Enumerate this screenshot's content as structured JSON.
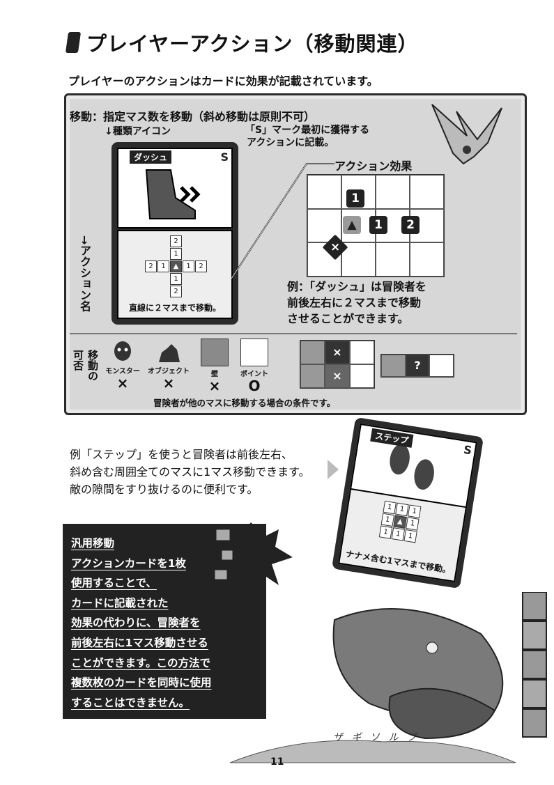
{
  "title": "プレイヤーアクション（移動関連）",
  "intro": "プレイヤーのアクションはカードに効果が記載されています。",
  "move_panel": {
    "description": "移動：指定マス数を移動（斜め移動は原則不可）",
    "type_icon_note": "↓種類アイコン",
    "s_mark_note_lines": [
      "「S」マーク最初に獲得する",
      "アクションに記載。"
    ],
    "action_name_label": "→アクション名",
    "effect_label": "アクション効果",
    "card": {
      "name": "ダッシュ",
      "mark": "S",
      "caption": "直線に２マスまで移動。",
      "numbers": [
        "1",
        "2"
      ]
    },
    "grid_tokens": [
      "1",
      "1",
      "2"
    ],
    "example_lines": [
      "例：「ダッシュ」は冒険者を",
      "前後左右に２マスまで移動",
      "させることができます。"
    ]
  },
  "conditions": {
    "label_col1": "可否",
    "label_col2": "移動の",
    "items": [
      {
        "name": "モンスター",
        "mark": "×"
      },
      {
        "name": "オブジェクト",
        "mark": "×"
      },
      {
        "name": "壁",
        "mark": "×"
      },
      {
        "name": "ポイント",
        "mark": "O"
      }
    ],
    "question_mark": "?",
    "footer": "冒険者が他のマスに移動する場合の条件です。"
  },
  "step": {
    "lines": [
      "例「ステップ」を使うと冒険者は前後左右、",
      "斜め含む周囲全てのマスに1マス移動できます。",
      "敵の隙間をすり抜けるのに便利です。"
    ],
    "card": {
      "name": "ステップ",
      "mark": "S",
      "caption": "ナナメ含む1マスまで移動。",
      "number": "1"
    }
  },
  "general_move": {
    "lines": [
      "汎用移動",
      "アクションカードを1枚",
      "使用することで、",
      "カードに記載された",
      "効果の代わりに、冒険者を",
      "前後左右に1マス移動させる",
      "ことができます。この方法で",
      "複数枚のカードを同時に使用",
      "することはできません。"
    ]
  },
  "illustration_text": "ザ ギ ソ ル ブ",
  "page_number": "11",
  "colors": {
    "panel_bg": "#d7d7d7",
    "ink": "#111111",
    "wall": "#8a8a8a"
  }
}
